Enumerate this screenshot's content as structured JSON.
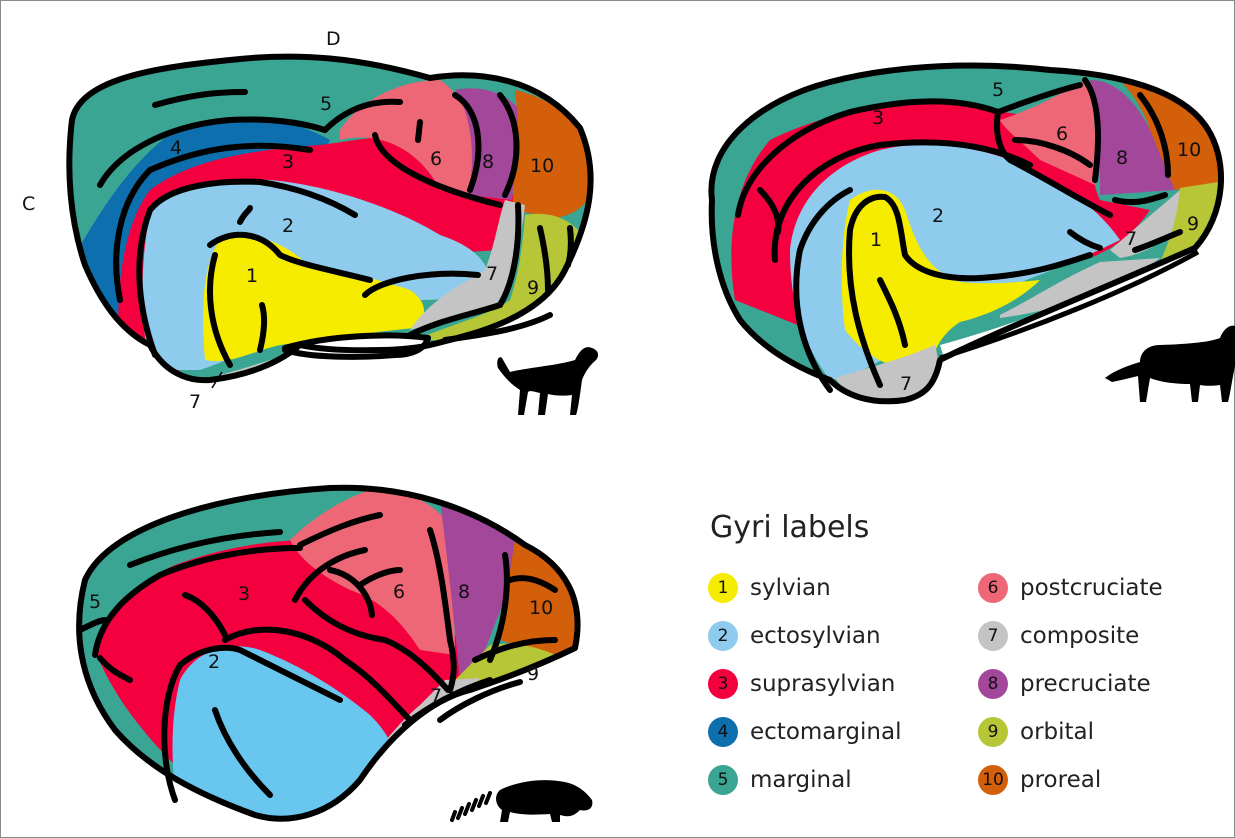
{
  "directions": {
    "dorsal": "D",
    "caudal": "C"
  },
  "legend": {
    "title": "Gyri labels",
    "items": [
      {
        "num": "1",
        "label": "sylvian",
        "color": "#f5ec00"
      },
      {
        "num": "2",
        "label": "ectosylvian",
        "color": "#8ecbec"
      },
      {
        "num": "3",
        "label": "suprasylvian",
        "color": "#f4003f"
      },
      {
        "num": "4",
        "label": "ectomarginal",
        "color": "#0e6fae"
      },
      {
        "num": "5",
        "label": "marginal",
        "color": "#3aa593"
      },
      {
        "num": "6",
        "label": "postcruciate",
        "color": "#ee6777"
      },
      {
        "num": "7",
        "label": "composite",
        "color": "#c4c4c4"
      },
      {
        "num": "8",
        "label": "precruciate",
        "color": "#a3479b"
      },
      {
        "num": "9",
        "label": "orbital",
        "color": "#b6c636"
      },
      {
        "num": "10",
        "label": "proreal",
        "color": "#d35f0a"
      }
    ]
  },
  "brains": {
    "dog": {
      "labels": [
        "1",
        "2",
        "3",
        "4",
        "5",
        "6",
        "8",
        "10",
        "7",
        "9",
        "7"
      ]
    },
    "lion": {
      "labels": [
        "5",
        "3",
        "6",
        "8",
        "10",
        "9",
        "2",
        "1",
        "7",
        "7"
      ]
    },
    "ferret": {
      "labels": [
        "5",
        "3",
        "6",
        "8",
        "10",
        "2",
        "9",
        "7"
      ]
    }
  }
}
